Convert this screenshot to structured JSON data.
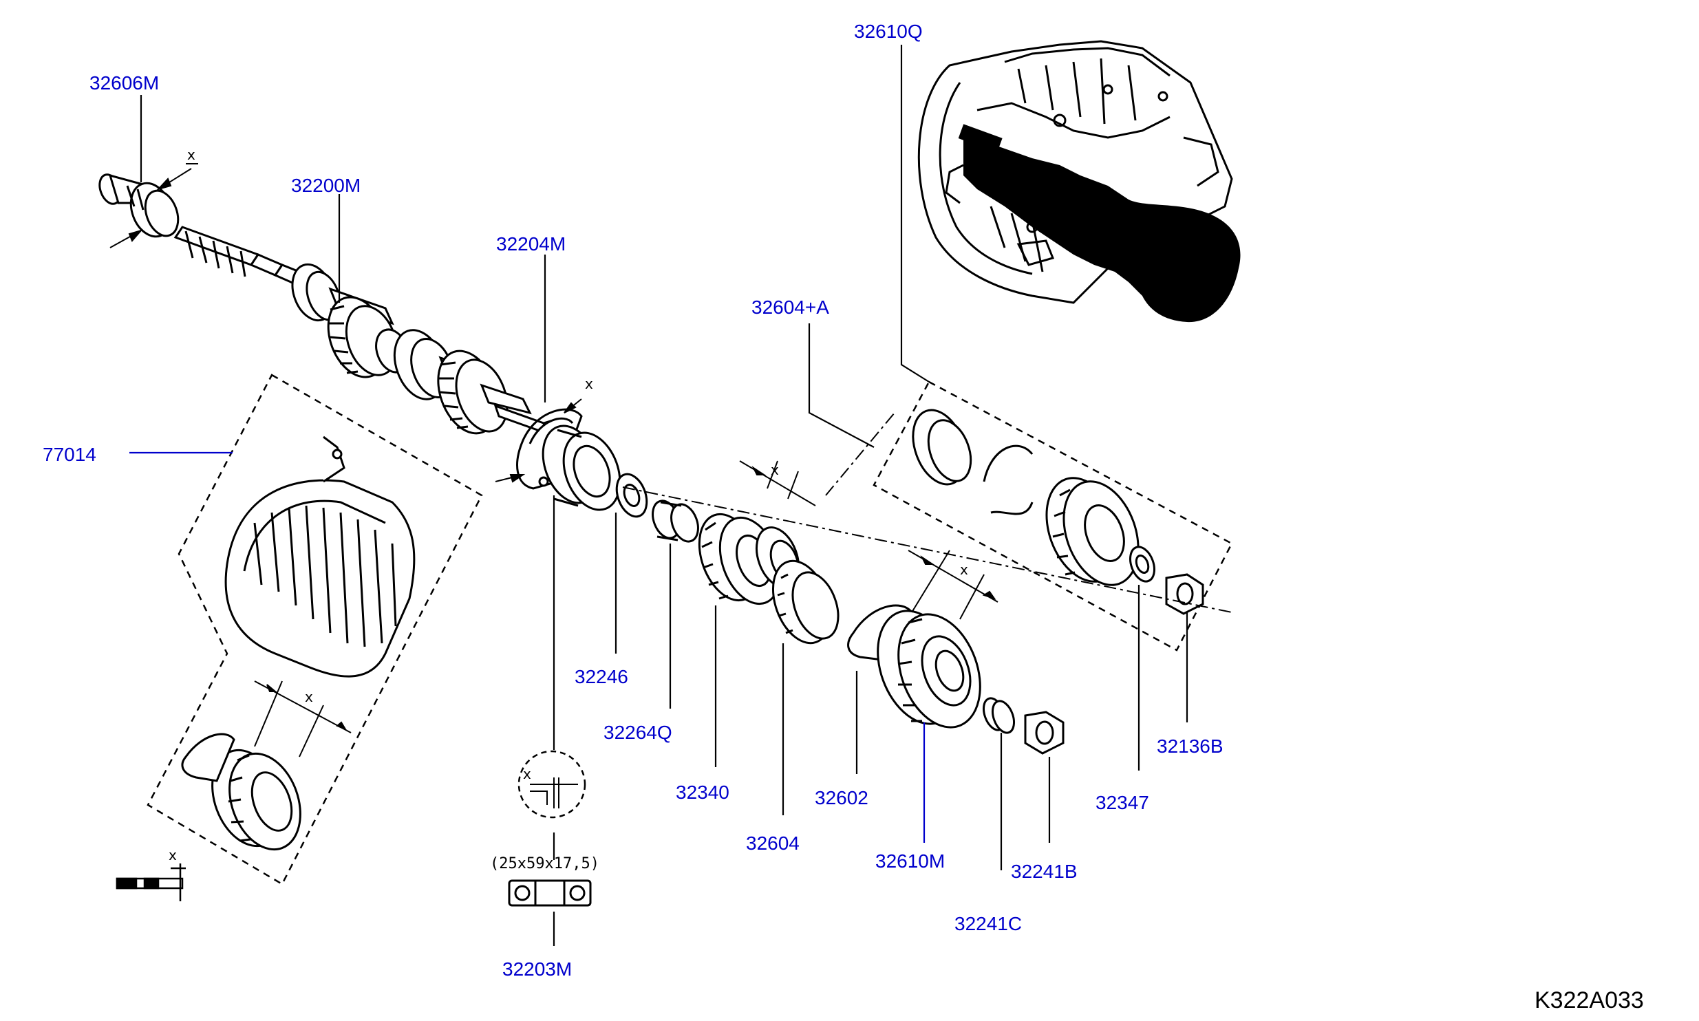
{
  "diagram_id": "K322A033",
  "spec_text": "(25x59x17,5)",
  "dimension_mark": "x",
  "callouts": [
    {
      "id": "32606M",
      "label": "32606M"
    },
    {
      "id": "32200M",
      "label": "32200M"
    },
    {
      "id": "32204M",
      "label": "32204M"
    },
    {
      "id": "32610Q",
      "label": "32610Q"
    },
    {
      "id": "32604A",
      "label": "32604+A"
    },
    {
      "id": "77014",
      "label": "77014"
    },
    {
      "id": "32246",
      "label": "32246"
    },
    {
      "id": "32264Q",
      "label": "32264Q"
    },
    {
      "id": "32340",
      "label": "32340"
    },
    {
      "id": "32604",
      "label": "32604"
    },
    {
      "id": "32602",
      "label": "32602"
    },
    {
      "id": "32610M",
      "label": "32610M"
    },
    {
      "id": "32241C",
      "label": "32241C"
    },
    {
      "id": "32241B",
      "label": "32241B"
    },
    {
      "id": "32347",
      "label": "32347"
    },
    {
      "id": "32136B",
      "label": "32136B"
    },
    {
      "id": "32203M",
      "label": "32203M"
    }
  ],
  "colors": {
    "callout_text": "#0000cc",
    "line_art": "#000000",
    "background": "#ffffff"
  }
}
